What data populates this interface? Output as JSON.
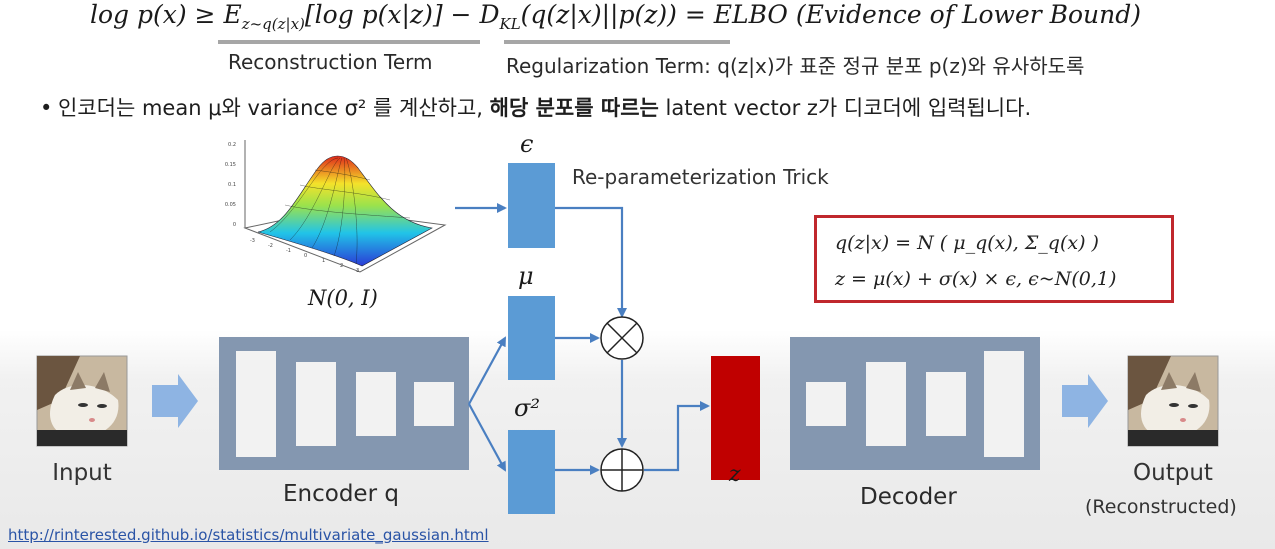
{
  "equation": {
    "lhs": "log p(x) ≥ E",
    "subscript": "z~q(z|x)",
    "recon": "[log p(x|z)] − D",
    "kl_sub": "KL",
    "rest": "(q(z|x)||p(z)) = ELBO (Evidence of Lower Bound)"
  },
  "terms": {
    "reconstruction": "Reconstruction Term",
    "regularization": "Regularization Term: q(z|x)가 표준 정규 분포 p(z)와 유사하도록"
  },
  "bullet": {
    "dot": "•",
    "part1": "인코더는 mean μ와 variance σ² 를 계산하고, ",
    "bold": "해당 분포를 따르는",
    "part2": " latent vector z가 디코더에 입력됩니다."
  },
  "labels": {
    "epsilon": "ϵ",
    "mu": "μ",
    "sigma2": "σ²",
    "trick": "Re-parameterization Trick",
    "normal": "N(0, I)",
    "z": "z",
    "input": "Input",
    "encoder": "Encoder q",
    "decoder": "Decoder",
    "output": "Output",
    "output_sub": "(Reconstructed)"
  },
  "formula": {
    "line1": "q(z|x) = N ( μ_q(x), Σ_q(x) )",
    "line2": "z = μ(x) + σ(x) × ϵ,  ϵ~N(0,1)"
  },
  "gaussian_axis": {
    "ticks": [
      "0.2",
      "0.15",
      "0.1",
      "0.05",
      "0"
    ],
    "x_ticks": [
      "-3",
      "-2",
      "-1",
      "0",
      "1",
      "2",
      "3"
    ]
  },
  "url": "http://rinterested.github.io/statistics/multivariate_gaussian.html",
  "colors": {
    "block_blue": "#5b9bd5",
    "net_gray": "#8497b0",
    "inner_white": "#f2f2f2",
    "z_red": "#c00000",
    "arrow_blue": "#4a7fc1",
    "fat_arrow": "#8eb4e3",
    "box_red": "#c0282d"
  }
}
